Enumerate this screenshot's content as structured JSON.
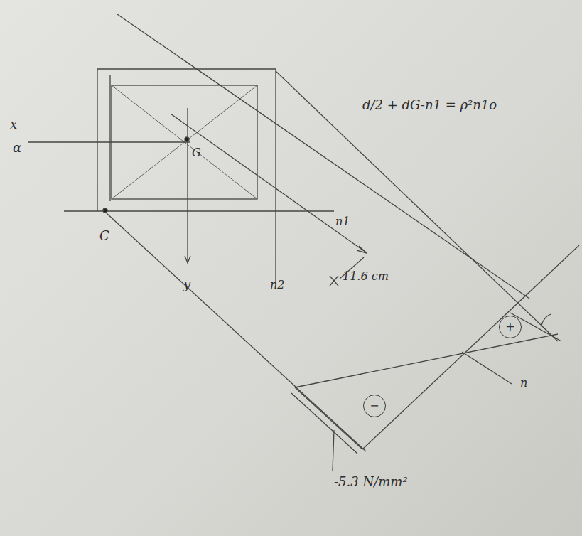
{
  "diagram": {
    "nodes": [
      {
        "text": [
          "+"
        ]
      },
      {
        "text": [
          "−"
        ]
      }
    ],
    "labels": [
      "x",
      "α",
      "G",
      "C",
      "y",
      "n1",
      "n2",
      "11.6 cm",
      "n",
      "-5.3 N/mm²",
      "d/2 + dG-n1 = ρ²n1o"
    ]
  }
}
